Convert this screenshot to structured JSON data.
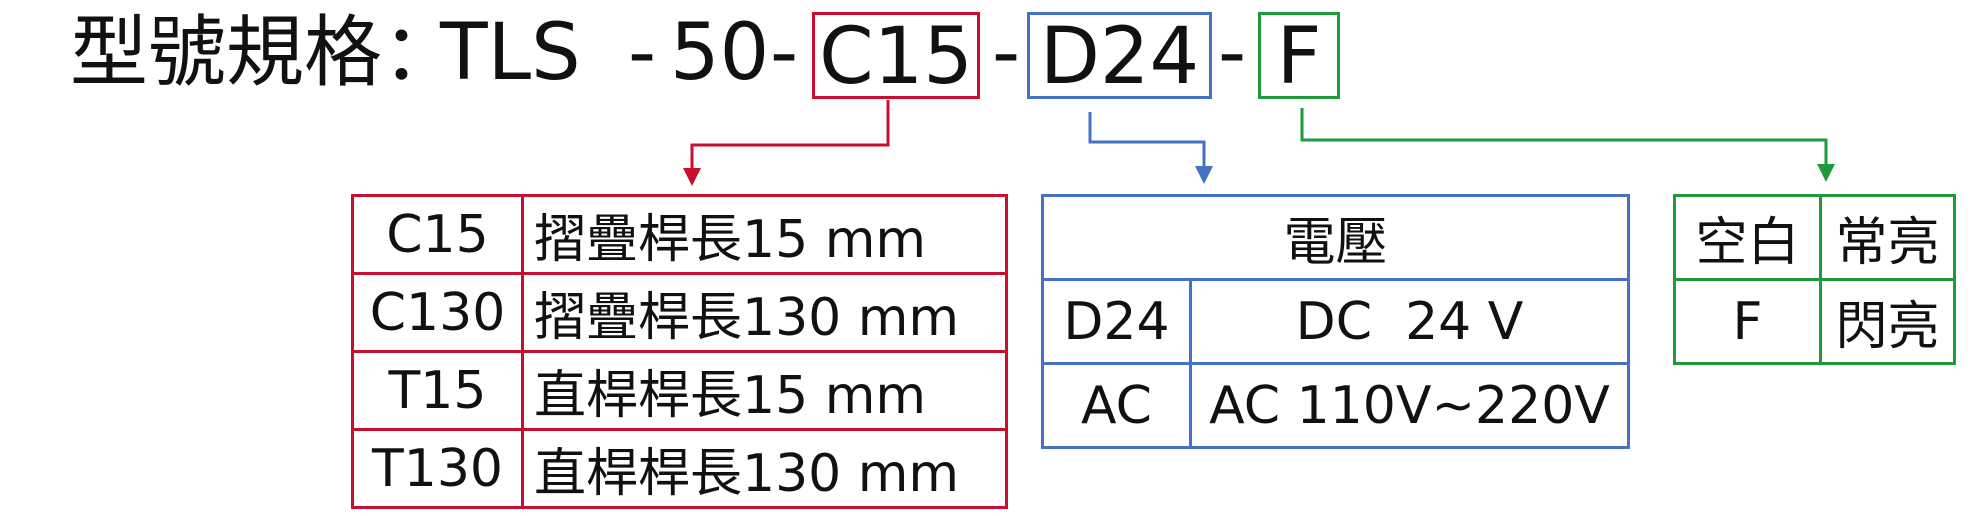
{
  "header": {
    "label": "型號規格：",
    "model": "TLS",
    "sep1": "-",
    "size": "50",
    "sep2": "-",
    "seg_rod": "C15",
    "sep3": "-",
    "seg_voltage": "D24",
    "sep4": "-",
    "seg_light": "F"
  },
  "colors": {
    "rod": "#c8102e",
    "voltage": "#4472c4",
    "light": "#1e9a3a",
    "text": "#111111"
  },
  "rod_table": {
    "rows": [
      {
        "code": "C15",
        "desc": "摺疊桿長15 mm"
      },
      {
        "code": "C130",
        "desc": "摺疊桿長130 mm"
      },
      {
        "code": "T15",
        "desc": "直桿桿長15 mm"
      },
      {
        "code": "T130",
        "desc": "直桿桿長130 mm"
      }
    ]
  },
  "voltage_table": {
    "header": "電壓",
    "rows": [
      {
        "code": "D24",
        "desc": "DC  24 V"
      },
      {
        "code": "AC",
        "desc": "AC 110V~220V"
      }
    ]
  },
  "light_table": {
    "rows": [
      {
        "code": "空白",
        "desc": "常亮"
      },
      {
        "code": "F",
        "desc": "閃亮"
      }
    ]
  }
}
